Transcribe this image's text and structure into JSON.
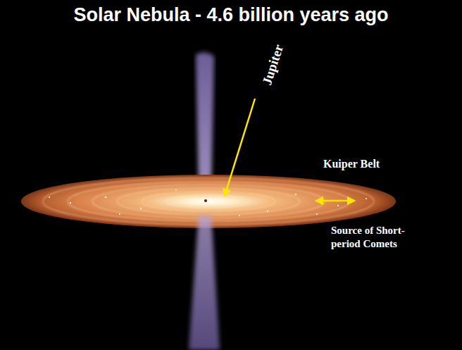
{
  "diagram": {
    "title": "Solar Nebula - 4.6 billion years ago",
    "labels": [
      "Jupiter",
      "Kuiper Belt",
      "Source of Short-period Comets"
    ]
  }
}
